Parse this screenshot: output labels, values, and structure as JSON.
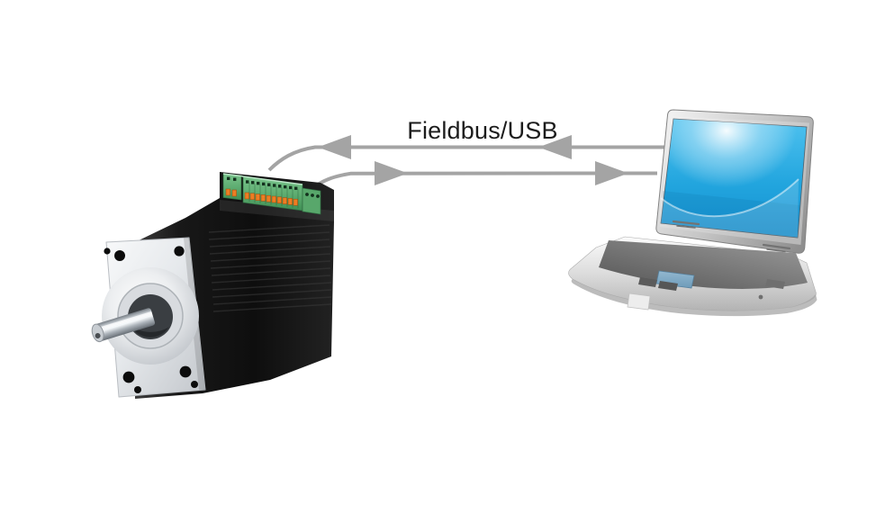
{
  "background": "#ffffff",
  "connection": {
    "label": "Fieldbus/USB",
    "line_color": "#a4a4a4",
    "arrows_to_motor": 2,
    "arrows_to_computer": 2
  },
  "devices": {
    "motor": {
      "name": "Stepper motor with integrated controller",
      "body_color": "#141414",
      "faceplate_color": "#e4e7ea",
      "terminal_color": "#5fae73",
      "terminal_clip_color": "#ed7d23"
    },
    "laptop": {
      "name": "Laptop computer",
      "screen_color": "#29aae1",
      "chassis_color": "#cfcfcf",
      "trackpad_color": "#7fa9c6"
    }
  }
}
